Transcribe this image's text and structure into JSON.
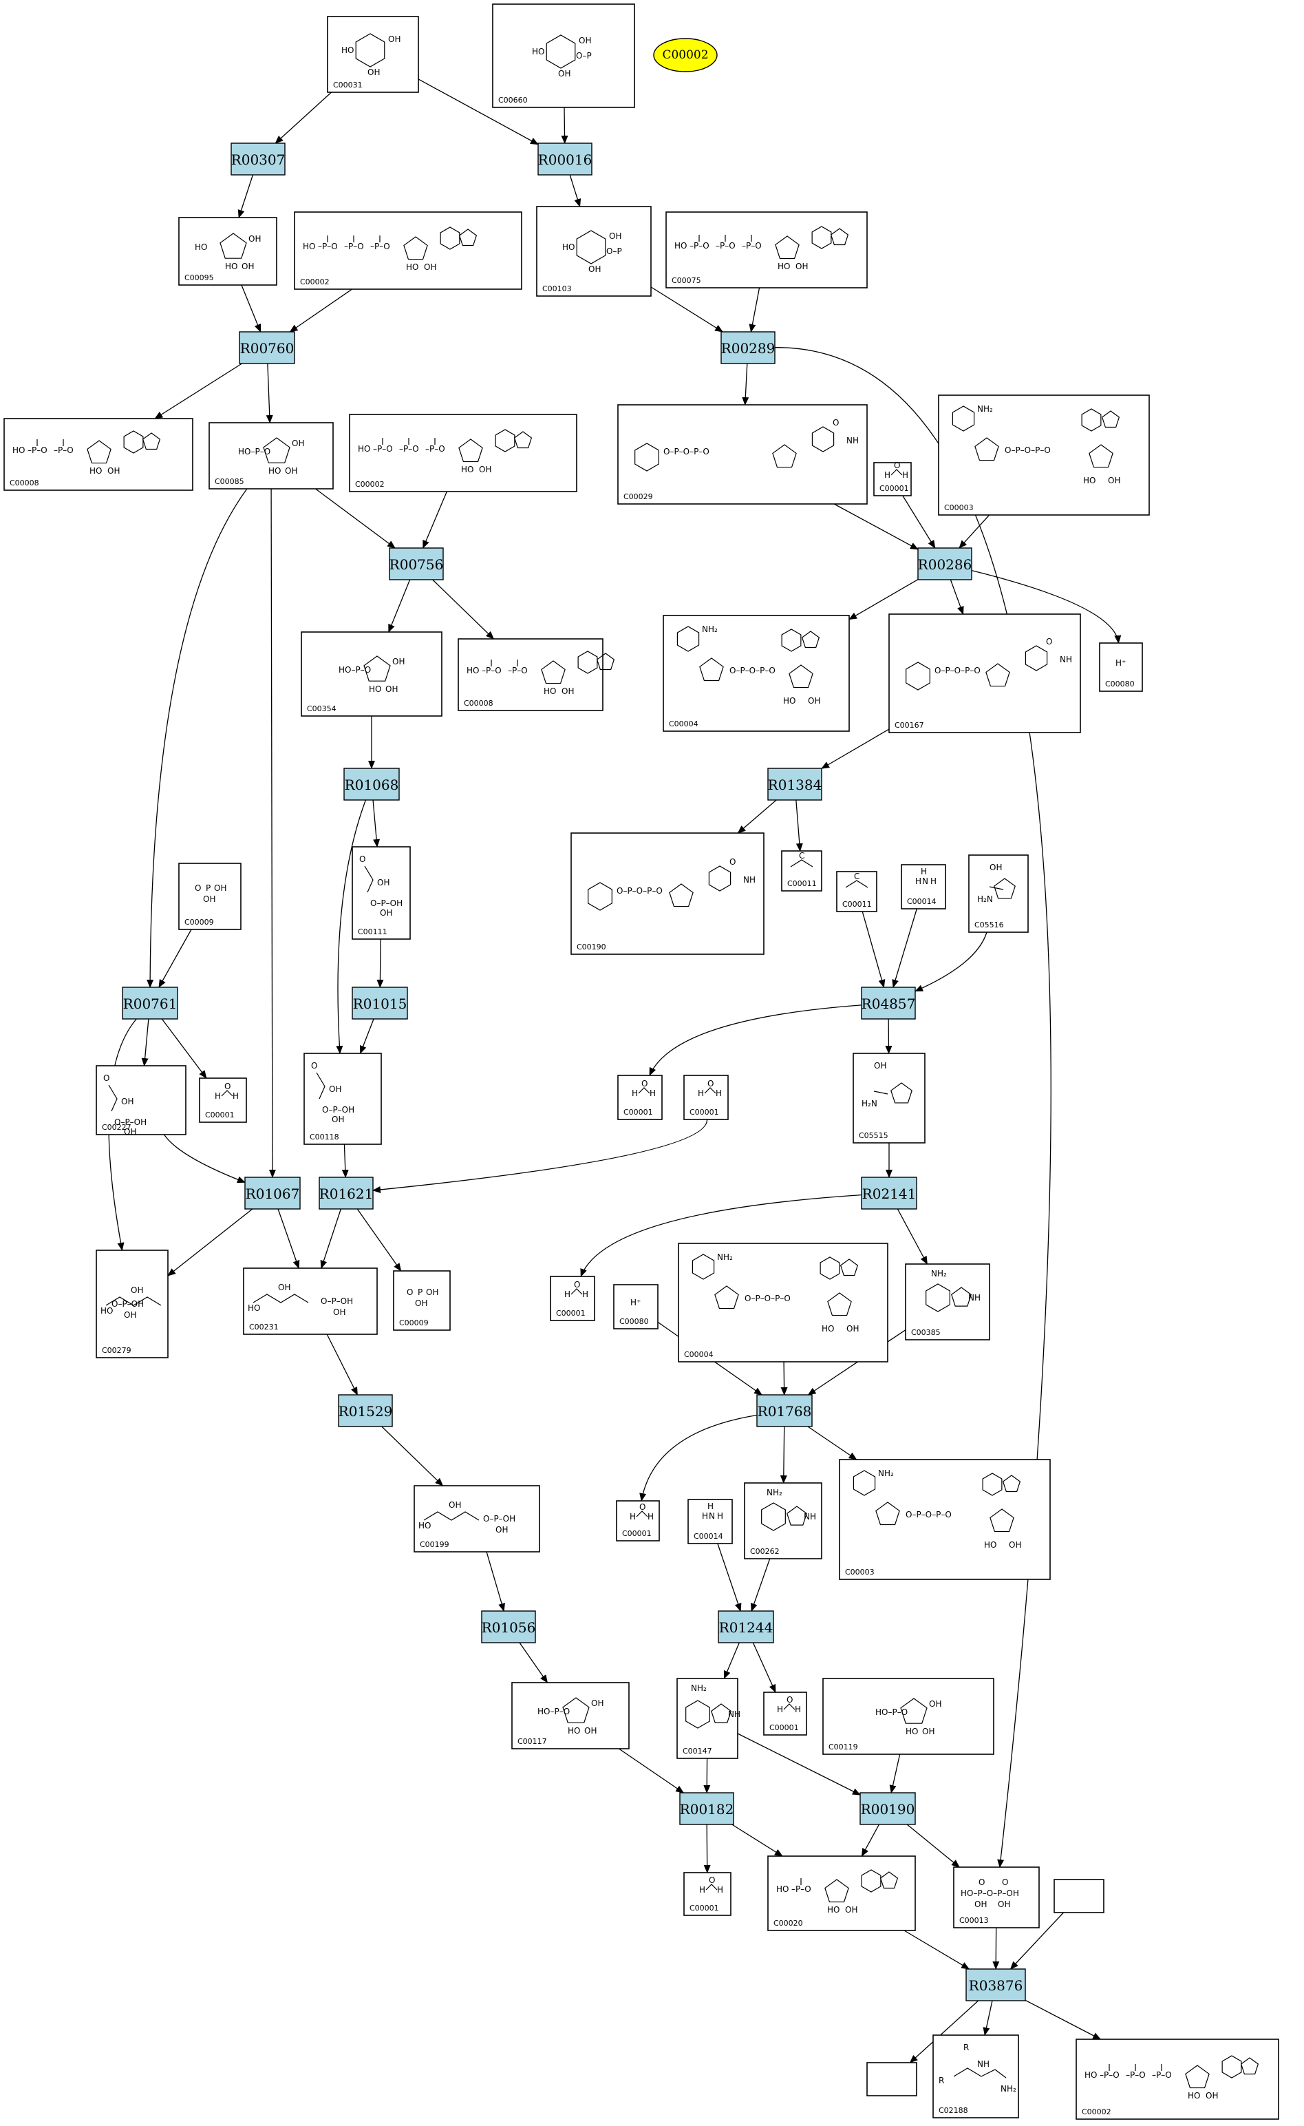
{
  "highlight": {
    "label": "C00002",
    "color": "#ffff00"
  },
  "colors": {
    "reaction_fill": "#add8e6",
    "compound_fill": "#ffffff",
    "line": "#000000"
  },
  "compounds": [
    {
      "id": "C00031",
      "kind": "hexose"
    },
    {
      "id": "C00660",
      "kind": "hexose-phos2"
    },
    {
      "id": "C00095",
      "kind": "furanose"
    },
    {
      "id": "C00002",
      "kind": "nucleotide3p"
    },
    {
      "id": "C00103",
      "kind": "hexose-phos"
    },
    {
      "id": "C00075",
      "kind": "nucleotide3p"
    },
    {
      "id": "C00008",
      "kind": "nucleotide2p"
    },
    {
      "id": "C00085",
      "kind": "furanose-phos"
    },
    {
      "id": "C00002",
      "kind": "nucleotide3p"
    },
    {
      "id": "C00029",
      "kind": "sugar-nucleotide"
    },
    {
      "id": "C00001",
      "kind": "water"
    },
    {
      "id": "C00003",
      "kind": "dinucleotide"
    },
    {
      "id": "C00354",
      "kind": "furanose-bisphos"
    },
    {
      "id": "C00008",
      "kind": "nucleotide2p"
    },
    {
      "id": "C00004",
      "kind": "dinucleotide"
    },
    {
      "id": "C00167",
      "kind": "sugar-nucleotide"
    },
    {
      "id": "C00080",
      "kind": "proton"
    },
    {
      "id": "C00111",
      "kind": "small-phos"
    },
    {
      "id": "C00009",
      "kind": "phosphate"
    },
    {
      "id": "C00190",
      "kind": "sugar-nucleotide"
    },
    {
      "id": "C00011",
      "kind": "co2"
    },
    {
      "id": "C00011",
      "kind": "co2"
    },
    {
      "id": "C00014",
      "kind": "ammonia"
    },
    {
      "id": "C05516",
      "kind": "imidazole"
    },
    {
      "id": "C00227",
      "kind": "small-phos"
    },
    {
      "id": "C00001",
      "kind": "water"
    },
    {
      "id": "C00118",
      "kind": "small-phos"
    },
    {
      "id": "C00001",
      "kind": "water"
    },
    {
      "id": "C00001",
      "kind": "water"
    },
    {
      "id": "C05515",
      "kind": "imidazole"
    },
    {
      "id": "C00279",
      "kind": "chain-phos"
    },
    {
      "id": "C00231",
      "kind": "chain-phos"
    },
    {
      "id": "C00009",
      "kind": "phosphate"
    },
    {
      "id": "C00001",
      "kind": "water"
    },
    {
      "id": "C00080",
      "kind": "proton"
    },
    {
      "id": "C00004",
      "kind": "dinucleotide"
    },
    {
      "id": "C00385",
      "kind": "purine"
    },
    {
      "id": "C00199",
      "kind": "chain-phos"
    },
    {
      "id": "C00001",
      "kind": "water"
    },
    {
      "id": "C00014",
      "kind": "ammonia"
    },
    {
      "id": "C00262",
      "kind": "purine"
    },
    {
      "id": "C00003",
      "kind": "dinucleotide"
    },
    {
      "id": "C00117",
      "kind": "furanose-phos"
    },
    {
      "id": "C00147",
      "kind": "purine"
    },
    {
      "id": "C00001",
      "kind": "water"
    },
    {
      "id": "C00119",
      "kind": "furanose-phos"
    },
    {
      "id": "C00001",
      "kind": "water"
    },
    {
      "id": "C00020",
      "kind": "nucleotide1p"
    },
    {
      "id": "C00013",
      "kind": "diphosphate"
    },
    {
      "id": "",
      "kind": "empty"
    },
    {
      "id": "",
      "kind": "empty"
    },
    {
      "id": "C02188",
      "kind": "peptide"
    },
    {
      "id": "C00002",
      "kind": "nucleotide3p"
    }
  ],
  "reactions": [
    "R00307",
    "R00016",
    "R00760",
    "R00289",
    "R00756",
    "R00286",
    "R01068",
    "R01384",
    "R01015",
    "R00761",
    "R04857",
    "R01067",
    "R01621",
    "R02141",
    "R01529",
    "R01768",
    "R01056",
    "R01244",
    "R00182",
    "R00190",
    "R03876"
  ]
}
